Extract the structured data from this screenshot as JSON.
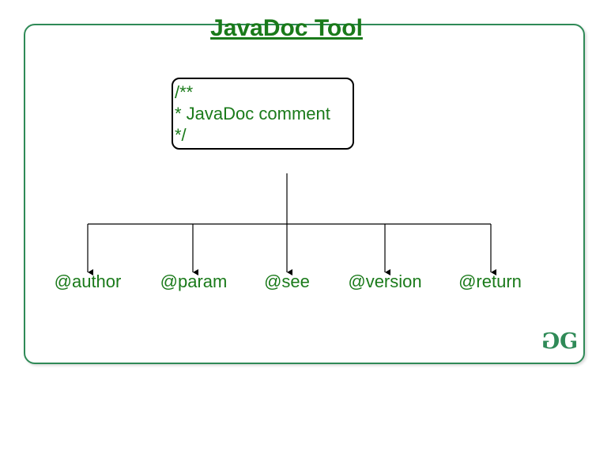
{
  "title": "JavaDoc Tool",
  "comment_box": {
    "lines": [
      "/**",
      "* JavaDoc comment",
      "*/"
    ]
  },
  "tags": [
    "@author",
    "@param",
    "@see",
    "@version",
    "@return"
  ],
  "logo": {
    "left": "G",
    "right": "G"
  },
  "colors": {
    "frame": "#2f8a57",
    "text": "#1a7a1a",
    "lines": "#000000"
  }
}
